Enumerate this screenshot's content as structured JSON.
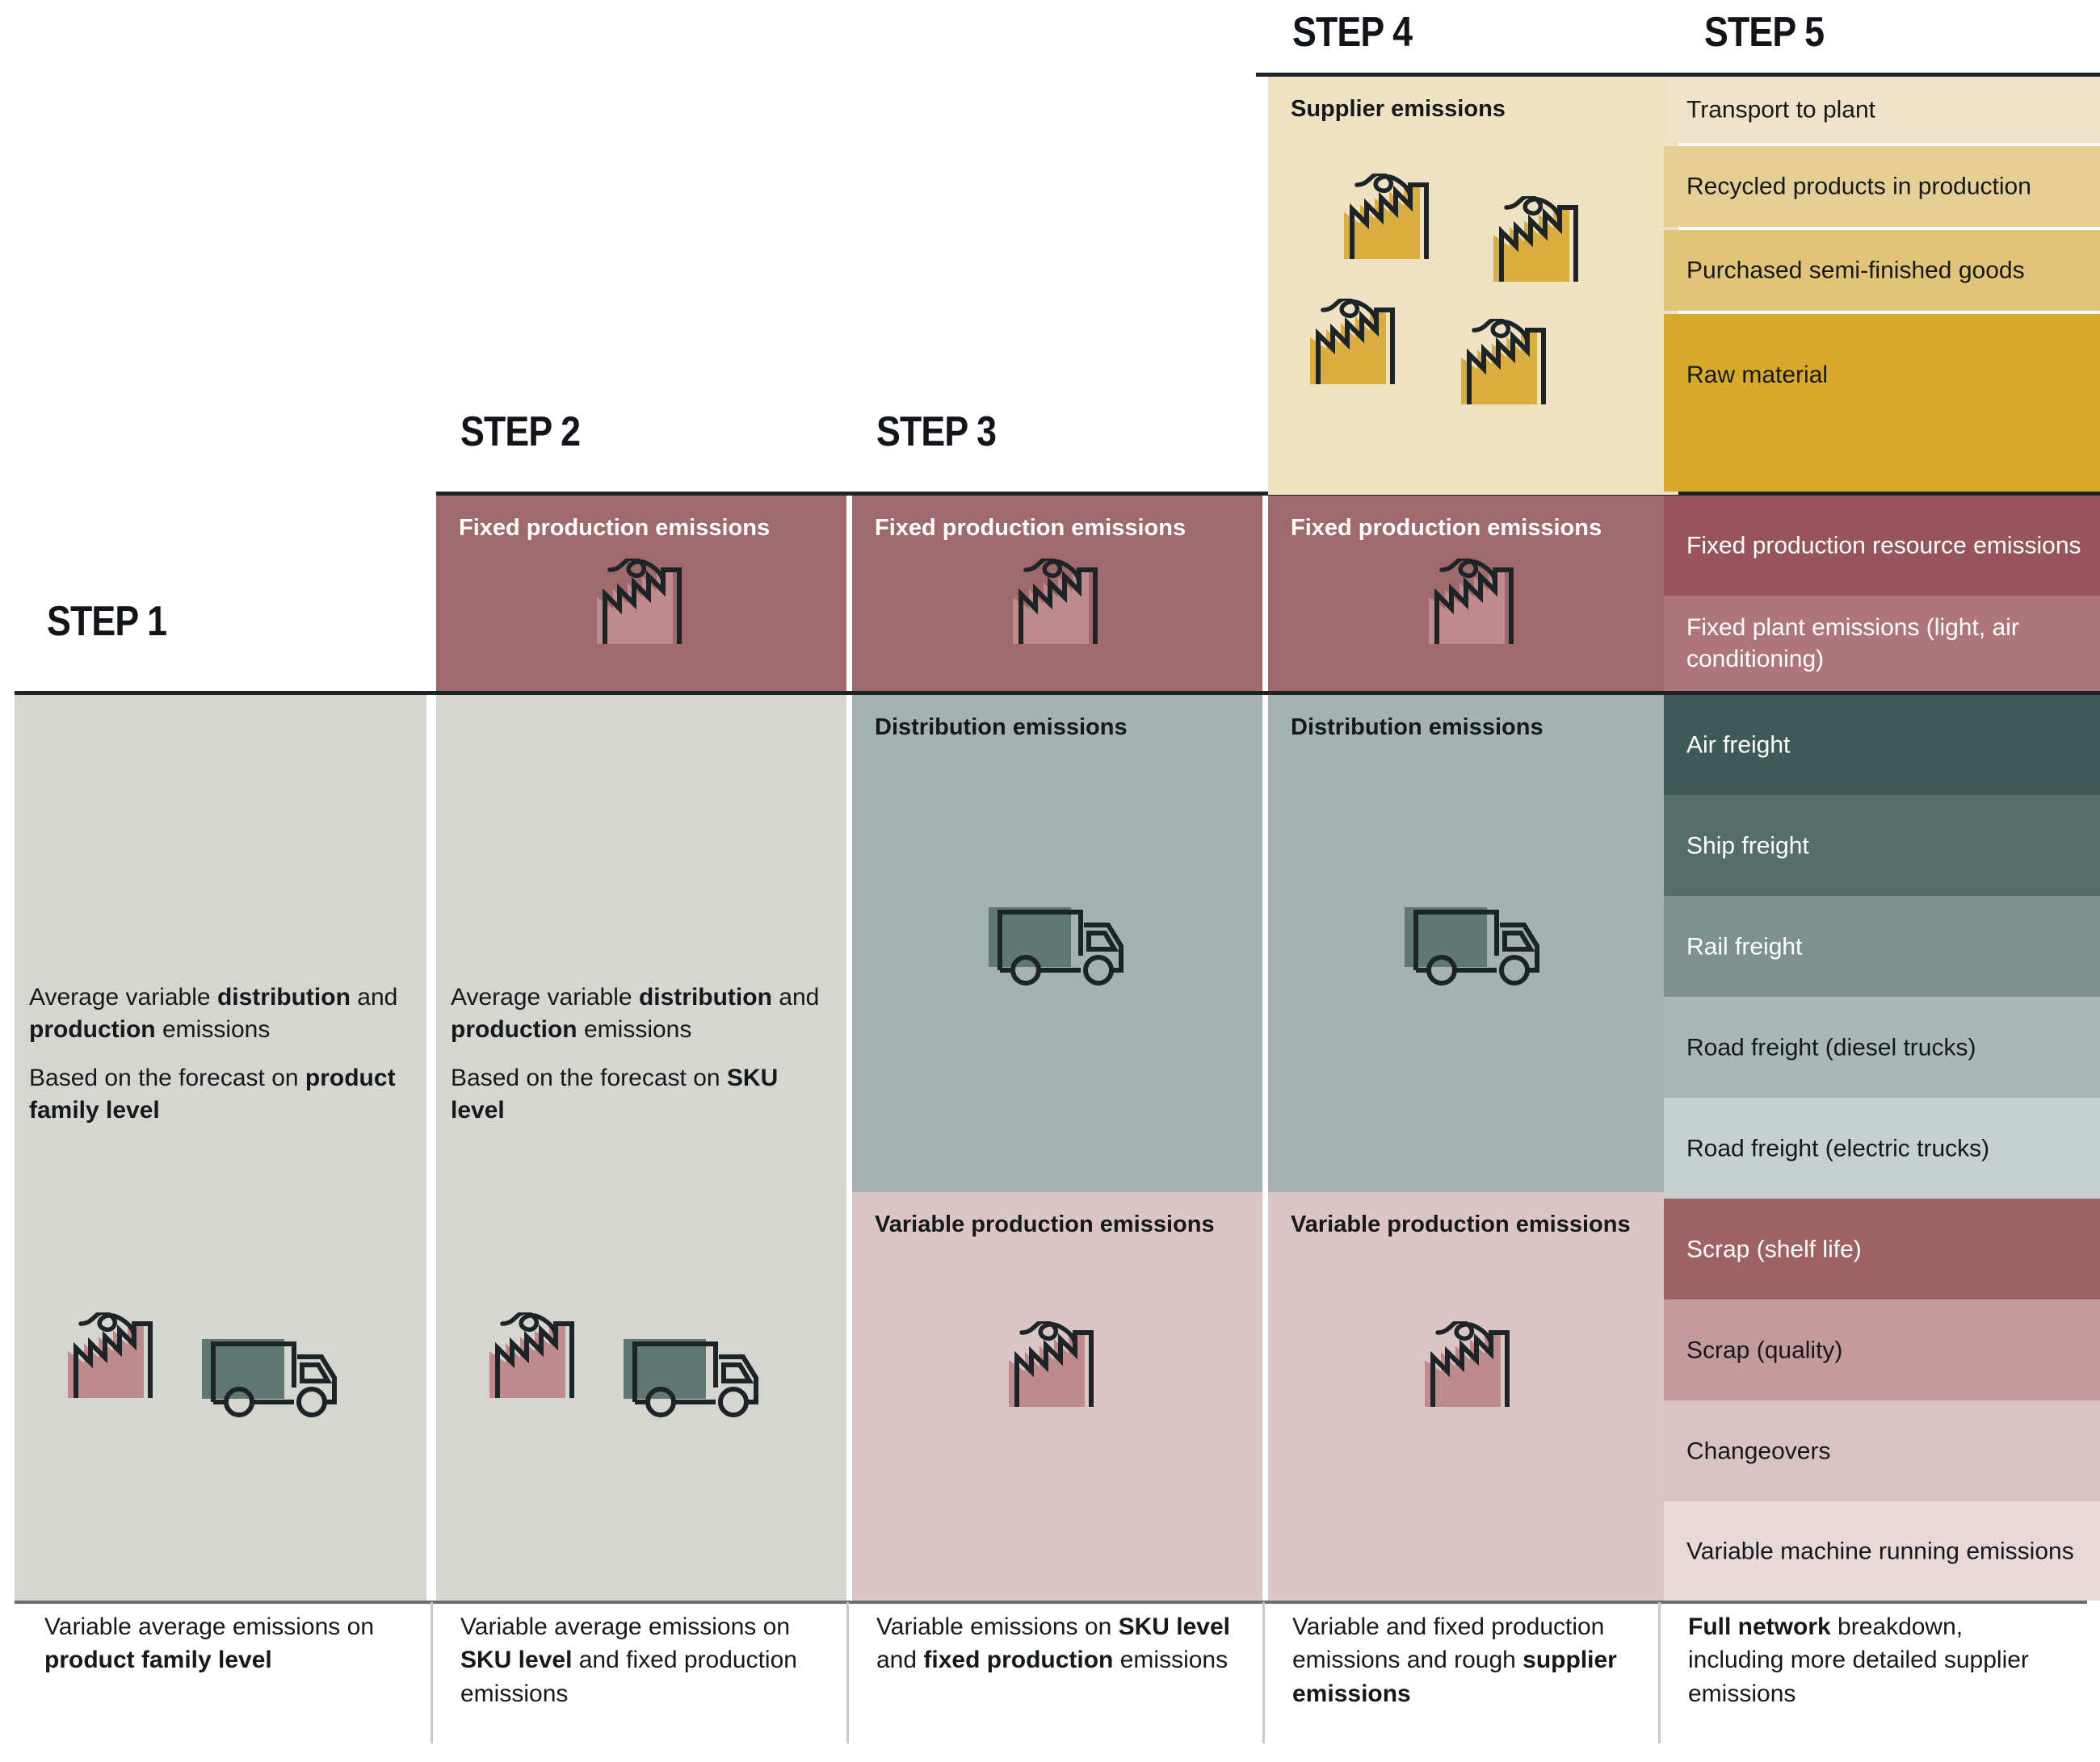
{
  "colors": {
    "grey_light": "#d5d6d0",
    "red_dark": "#a06a6d",
    "red_mid": "#9e6265",
    "blue_grey": "#a4b3b1",
    "pink_light": "#dbc6c5",
    "beige": "#efe2c3",
    "gold": "#dcae3a",
    "ink": "#1d2427",
    "green_dark": "#3e5a56"
  },
  "steps": [
    {
      "heading": "STEP 1"
    },
    {
      "heading": "STEP 2"
    },
    {
      "heading": "STEP 3"
    },
    {
      "heading": "STEP 4"
    },
    {
      "heading": "STEP 5"
    }
  ],
  "col1": {
    "para1_a": "Average variable ",
    "para1_b": "distribution",
    "para1_c": " and ",
    "para1_d": "production",
    "para1_e": " emissions",
    "para2_a": "Based on the forecast on ",
    "para2_b": "product family level"
  },
  "col2": {
    "fixed_title": "Fixed production emissions",
    "para1_a": "Average variable ",
    "para1_b": "distribution",
    "para1_c": " and ",
    "para1_d": "production",
    "para1_e": " emissions",
    "para2_a": "Based on the forecast on ",
    "para2_b": "SKU level"
  },
  "col3": {
    "fixed_title": "Fixed production emissions",
    "distribution_title": "Distribution emissions",
    "variable_title": "Variable production emissions"
  },
  "col4": {
    "supplier_title": "Supplier emissions",
    "fixed_title": "Fixed production emissions",
    "distribution_title": "Distribution emissions",
    "variable_title": "Variable production emissions"
  },
  "col5_bands": [
    {
      "label": "Transport to plant",
      "bg": "#eee3c8",
      "fg": "#15191c"
    },
    {
      "label": "Recycled products in production",
      "bg": "#e5cf95",
      "fg": "#15191c"
    },
    {
      "label": "Purchased semi-finished goods",
      "bg": "#e2c477",
      "fg": "#15191c"
    },
    {
      "label": "Raw material",
      "bg": "#d9a929",
      "fg": "#15191c"
    },
    {
      "label": "Fixed production resource emissions",
      "bg": "#97555b",
      "fg": "#ffffff"
    },
    {
      "label": "Fixed plant emissions (light, air conditioning)",
      "bg": "#ae767a",
      "fg": "#ffffff"
    },
    {
      "label": "Air freight",
      "bg": "#3e5a56",
      "fg": "#ffffff"
    },
    {
      "label": "Ship freight",
      "bg": "#566d69",
      "fg": "#ffffff"
    },
    {
      "label": "Rail freight",
      "bg": "#7e918e",
      "fg": "#ffffff"
    },
    {
      "label": "Road freight (diesel trucks)",
      "bg": "#a9b7b5",
      "fg": "#15191c"
    },
    {
      "label": "Road freight (electric trucks)",
      "bg": "#c6d0ce",
      "fg": "#15191c"
    },
    {
      "label": "Scrap (shelf life)",
      "bg": "#9e6265",
      "fg": "#ffffff"
    },
    {
      "label": "Scrap (quality)",
      "bg": "#c49b9c",
      "fg": "#15191c"
    },
    {
      "label": "Changeovers",
      "bg": "#d9c3c2",
      "fg": "#15191c"
    },
    {
      "label": "Variable machine running emissions",
      "bg": "#e6d9d6",
      "fg": "#15191c"
    }
  ],
  "footer": [
    {
      "a": "Variable average emissions on ",
      "b": "product family level",
      "c": ""
    },
    {
      "a": "Variable average emissions on ",
      "b": "SKU level",
      "c": " and fixed production emissions"
    },
    {
      "a": "Variable emissions on ",
      "b": "SKU level",
      "c": " and ",
      "d": "fixed production",
      "e": " emissions"
    },
    {
      "a": "Variable and fixed production emissions and rough ",
      "b": "supplier emissions",
      "c": ""
    },
    {
      "a": "",
      "b": "Full network",
      "c": " breakdown, including more detailed supplier emissions"
    }
  ],
  "icons": {
    "factory": "factory-smoke-icon",
    "truck": "delivery-truck-icon"
  }
}
